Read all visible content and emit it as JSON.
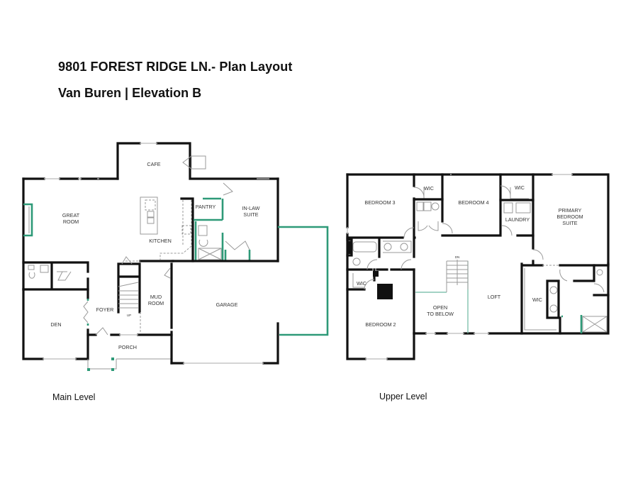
{
  "header": {
    "title": "9801 FOREST RIDGE LN.- Plan Layout",
    "subtitle": "Van Buren | Elevation B"
  },
  "levels": {
    "main": {
      "label": "Main Level",
      "rooms": {
        "cafe": "CAFE",
        "great_room_1": "GREAT",
        "great_room_2": "ROOM",
        "kitchen": "KITCHEN",
        "pantry": "PANTRY",
        "in_law_1": "IN-LAW",
        "in_law_2": "SUITE",
        "den": "DEN",
        "foyer": "FOYER",
        "mud_room_1": "MUD",
        "mud_room_2": "ROOM",
        "garage": "GARAGE",
        "porch": "PORCH",
        "stair_up": "UP"
      }
    },
    "upper": {
      "label": "Upper Level",
      "rooms": {
        "bedroom_3": "BEDROOM 3",
        "wic_b3": "WIC",
        "bedroom_4": "BEDROOM 4",
        "wic_b4": "WIC",
        "laundry": "LAUNDRY",
        "primary_1": "PRIMARY",
        "primary_2": "BEDROOM",
        "primary_3": "SUITE",
        "wic_b2": "WIC",
        "bedroom_2": "BEDROOM 2",
        "open_below_1": "OPEN",
        "open_below_2": "TO BELOW",
        "loft": "LOFT",
        "wic_primary": "WIC",
        "stair_dn": "DN"
      }
    }
  },
  "colors": {
    "wall": "#111111",
    "accent_green": "#2e9a78",
    "fixture": "#999999"
  }
}
